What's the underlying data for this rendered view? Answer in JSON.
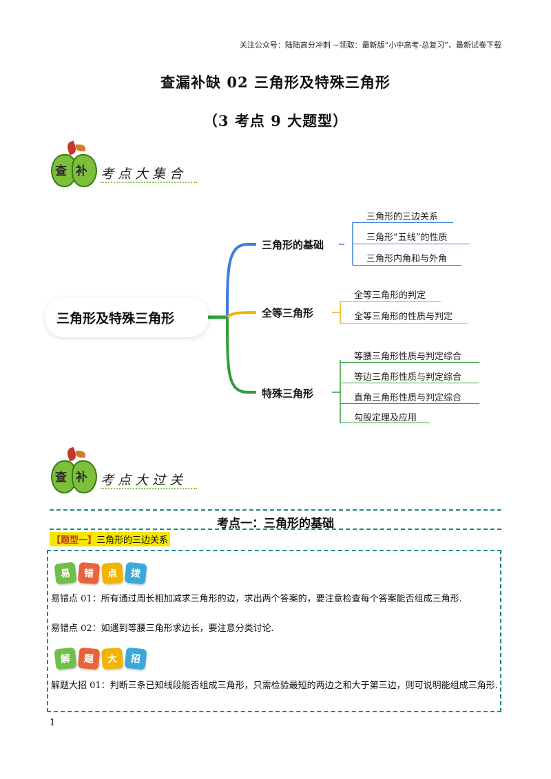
{
  "header_note": "关注公众号：陆陆高分冲刺 ~领取：最新版“小中高考-总复习”、最新试卷下载",
  "title_line1": "查漏补缺 02 三角形及特殊三角形",
  "title_line2": "（3 考点 9 大题型）",
  "badge1": {
    "char_left": "查",
    "char_right": "补",
    "text": "考点大集合"
  },
  "badge2": {
    "char_left": "查",
    "char_right": "补",
    "text": "考点大过关"
  },
  "mindmap": {
    "root": "三角形及特殊三角形",
    "branches": [
      {
        "label": "三角形的基础",
        "color": "#3b7ddd",
        "items": [
          "三角形的三边关系",
          "三角形“五线”的性质",
          "三角形内角和与外角"
        ]
      },
      {
        "label": "全等三角形",
        "color": "#f2b400",
        "items": [
          "全等三角形的判定",
          "全等三角形的性质与判定"
        ]
      },
      {
        "label": "特殊三角形",
        "color": "#2e9e3a",
        "items": [
          "等腰三角形性质与判定综合",
          "等边三角形性质与判定综合",
          "直角三角形性质与判定综合",
          "勾股定理及应用"
        ]
      }
    ]
  },
  "section_title": "考点一：三角形的基础",
  "qtype": {
    "bracket": "【题型一】",
    "name": "三角形的三边关系"
  },
  "tiles1": [
    {
      "char": "易",
      "color": "#6fbf4a"
    },
    {
      "char": "错",
      "color": "#e8623a"
    },
    {
      "char": "点",
      "color": "#f2b400"
    },
    {
      "char": "拨",
      "color": "#3aa8d8"
    }
  ],
  "tiles2": [
    {
      "char": "解",
      "color": "#6fbf4a"
    },
    {
      "char": "题",
      "color": "#e8623a"
    },
    {
      "char": "大",
      "color": "#f2b400"
    },
    {
      "char": "招",
      "color": "#3aa8d8"
    }
  ],
  "paragraphs": {
    "p1": "易错点 01：所有通过周长相加减求三角形的边，求出两个答案的，要注意检查每个答案能否组成三角形.",
    "p2": "易错点 02：如遇到等腰三角形求边长，要注意分类讨论.",
    "p3": "解题大招 01：判断三条已知线段能否组成三角形，只需检验最短的两边之和大于第三边，则可说明能组成三角形."
  },
  "page_number": "1"
}
